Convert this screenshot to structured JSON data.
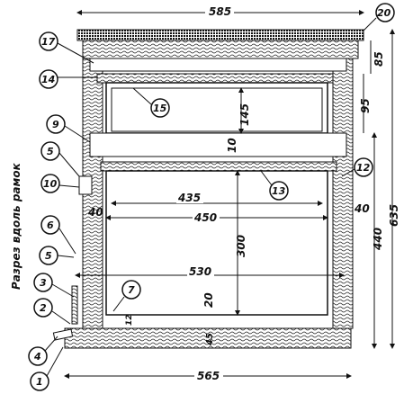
{
  "caption": "Разрез вдоль рамок",
  "dimensions": {
    "overall_top_width": "585",
    "overall_bottom_width": "565",
    "overall_height": "635",
    "body_height": "440",
    "top_gap": "85",
    "upper_gap": "95",
    "inner_width_frame": "435",
    "inner_width_box": "450",
    "wide_width": "530",
    "frame_height": "300",
    "shallow_frame_height": "145",
    "wall_left": "40",
    "wall_right": "40",
    "bar_thickness": "10",
    "bottom_bar": "20",
    "small_gap": "12",
    "floor_thickness": "45"
  },
  "callouts": [
    "1",
    "2",
    "3",
    "4",
    "5",
    "5",
    "6",
    "7",
    "9",
    "10",
    "12",
    "13",
    "14",
    "15",
    "17",
    "20"
  ]
}
